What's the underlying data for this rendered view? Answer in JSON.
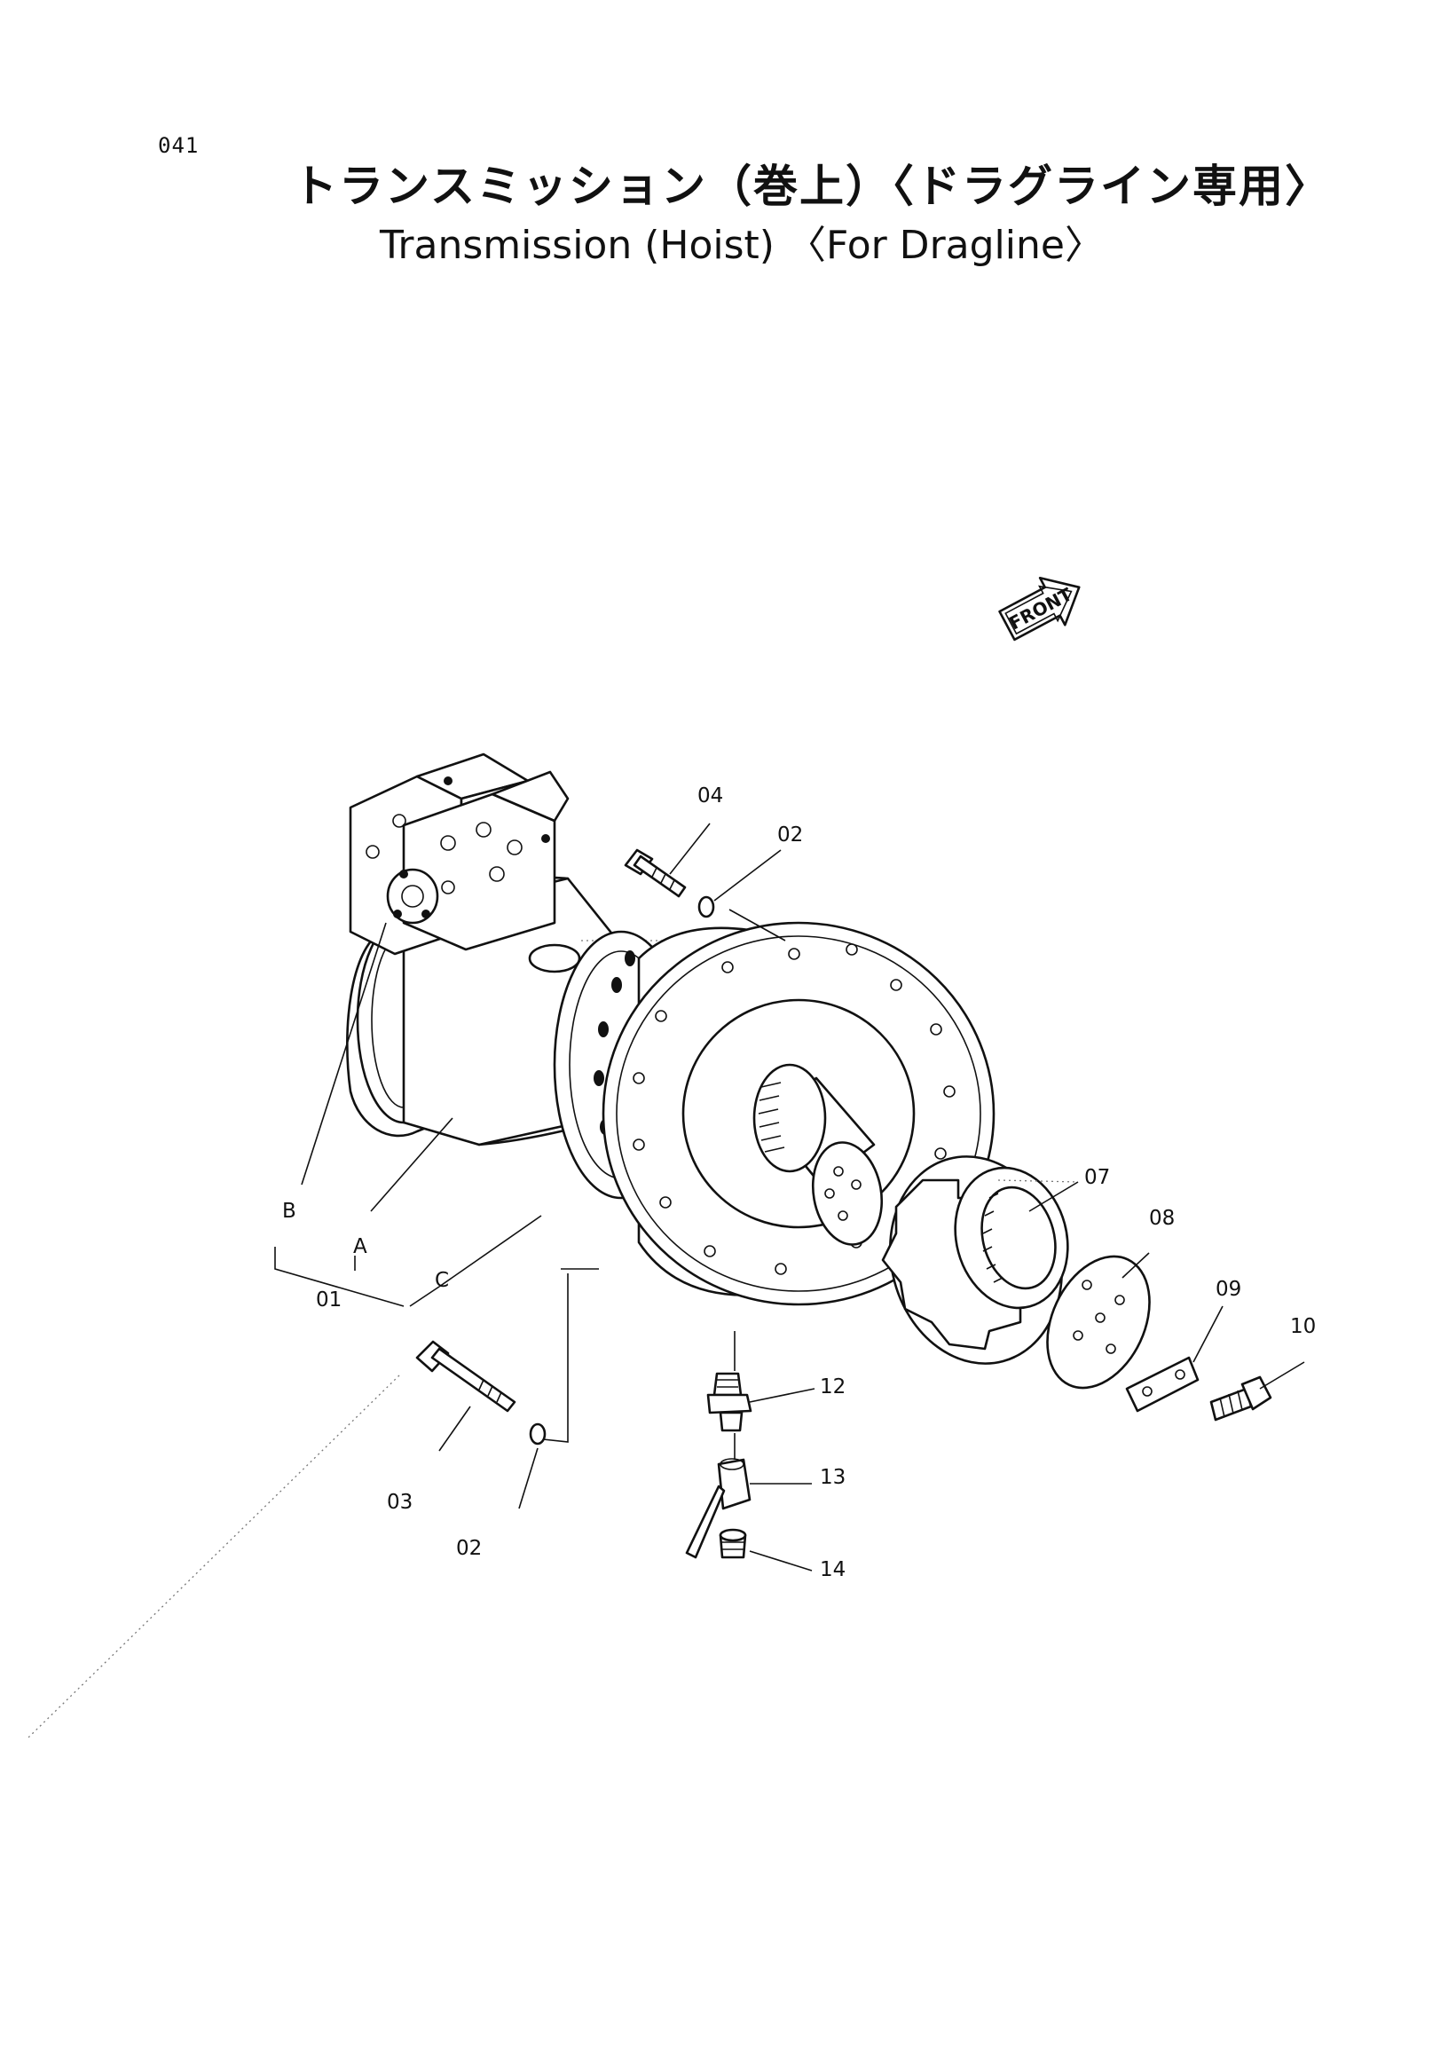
{
  "page_number": "041",
  "title_jp": "トランスミッション（巻上）〈ドラグライン専用〉",
  "title_en": "Transmission (Hoist) 〈For Dragline〉",
  "front_badge": "FRONT",
  "labels": {
    "p01": "01",
    "pA": "A",
    "pB": "B",
    "pC": "C",
    "p02a": "02",
    "p02b": "02",
    "p03": "03",
    "p04": "04",
    "p07": "07",
    "p08": "08",
    "p09": "09",
    "p10": "10",
    "p12": "12",
    "p13": "13",
    "p14": "14"
  }
}
